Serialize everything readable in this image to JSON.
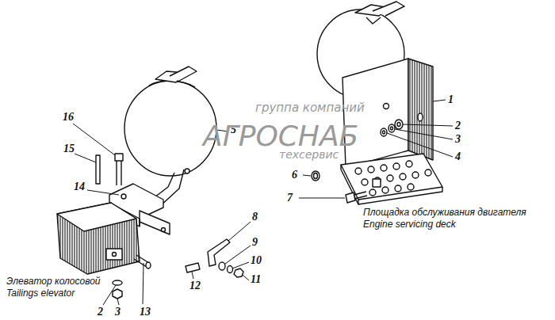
{
  "diagram": {
    "labels": [
      "16",
      "15",
      "14",
      "5",
      "1",
      "2",
      "3",
      "4",
      "6",
      "7",
      "8",
      "9",
      "10",
      "11",
      "12",
      "13",
      "2",
      "3",
      "Площадка обслуживания двигателя",
      "Engine servicing deck",
      "Элеватор колосовой",
      "Tailings elevator",
      "группа компаний",
      "АГРОСНАБ",
      "техсервис"
    ]
  }
}
